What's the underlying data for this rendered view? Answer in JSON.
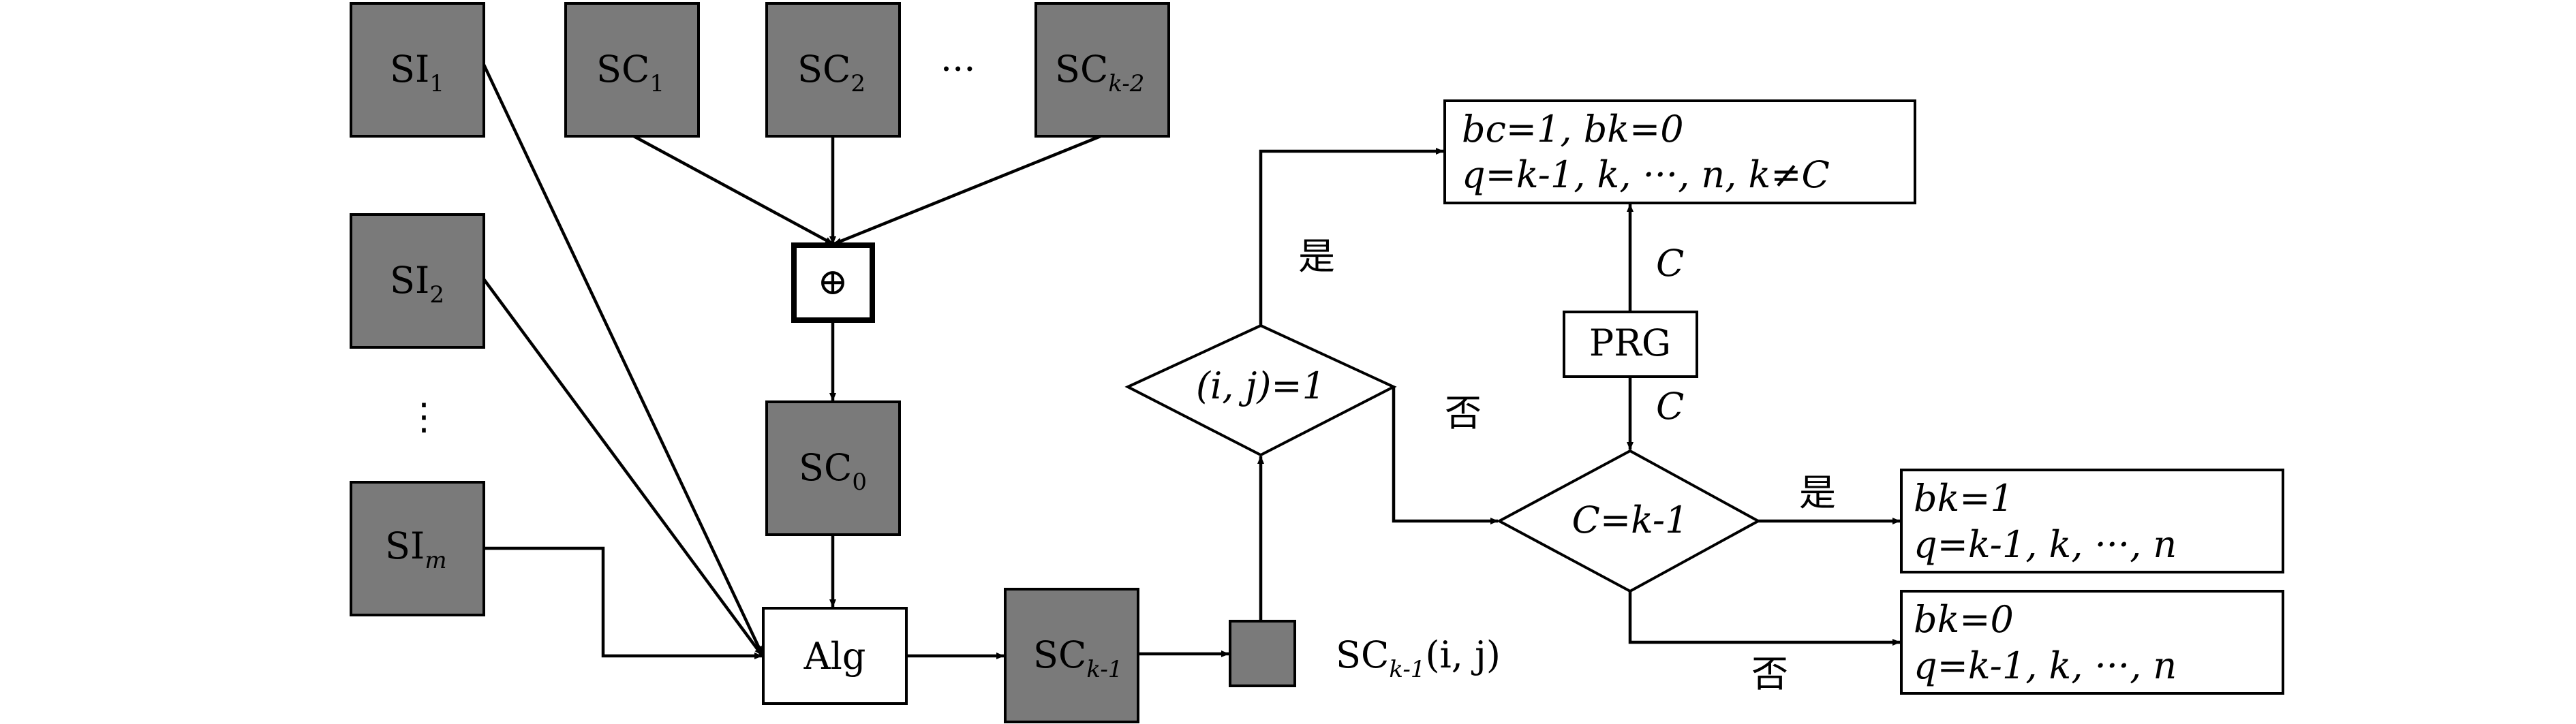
{
  "nodes": {
    "si1": {
      "base": "SI",
      "sub": "1"
    },
    "si2": {
      "base": "SI",
      "sub": "2"
    },
    "sim": {
      "base": "SI",
      "sub": "m"
    },
    "sc1": {
      "base": "SC",
      "sub": "1"
    },
    "sc2": {
      "base": "SC",
      "sub": "2"
    },
    "sck2": {
      "base": "SC",
      "sub": "k-2"
    },
    "sc0": {
      "base": "SC",
      "sub": "0"
    },
    "sck1": {
      "base": "SC",
      "sub": "k-1"
    },
    "xor": "⊕",
    "alg": "Alg",
    "prg": "PRG",
    "ellipsis_h": "···",
    "ellipsis_v": "⋮",
    "pixel_label": {
      "base": "SC",
      "sub": "k-1",
      "args": "(i, j)"
    }
  },
  "decisions": {
    "d1": "(i, j)=1",
    "d2": "C=k-1"
  },
  "edge_labels": {
    "yes_top": "是",
    "no_d1": "否",
    "yes_right": "是",
    "no_bottom": "否",
    "c_up": "C",
    "c_down": "C"
  },
  "results": {
    "top": {
      "line1": "bc=1, bk=0",
      "line2": "q=k-1, k, ···, n, k≠C"
    },
    "mid": {
      "line1": "bk=1",
      "line2": "q=k-1, k, ···, n"
    },
    "bot": {
      "line1": "bk=0",
      "line2": "q=k-1, k, ···, n"
    }
  }
}
